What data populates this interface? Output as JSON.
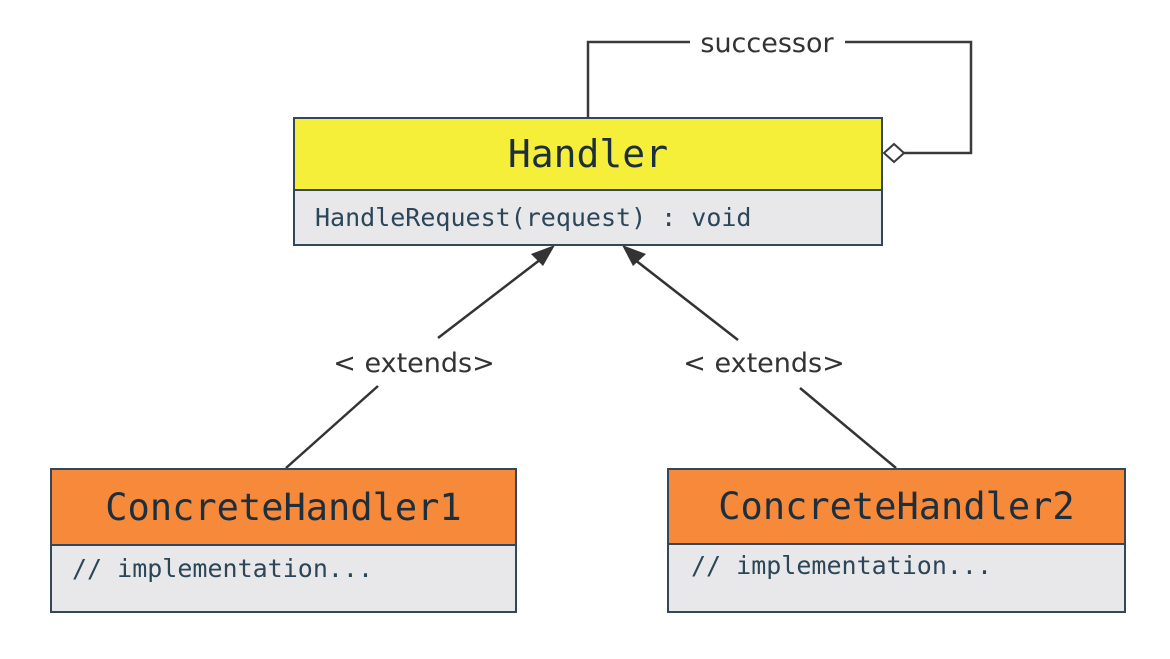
{
  "diagram": {
    "handler": {
      "name": "Handler",
      "method": "HandleRequest(request) : void"
    },
    "concrete_handler_1": {
      "name": "ConcreteHandler1",
      "body": "// implementation..."
    },
    "concrete_handler_2": {
      "name": "ConcreteHandler2",
      "body": "// implementation..."
    },
    "relations": {
      "successor_label": "successor",
      "extends_left_label": "< extends>",
      "extends_right_label": "< extends>"
    },
    "colors": {
      "handler_header": "#f6ef3a",
      "concrete_header": "#f6893a",
      "class_body": "#e8e8ea",
      "border": "#33475b"
    }
  }
}
